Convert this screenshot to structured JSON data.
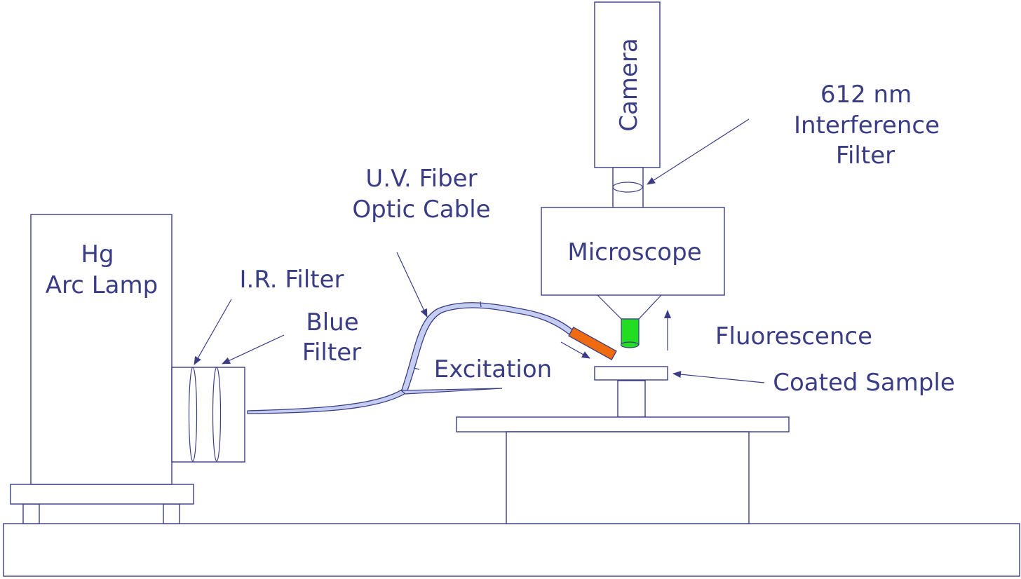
{
  "labels": {
    "camera": "Camera",
    "interference_filter": [
      "612 nm",
      "Interference",
      "Filter"
    ],
    "fiber_cable": [
      "U.V. Fiber",
      "Optic Cable"
    ],
    "microscope": "Microscope",
    "lamp": [
      "Hg",
      "Arc Lamp"
    ],
    "ir_filter": "I.R. Filter",
    "blue_filter": [
      "Blue",
      "Filter"
    ],
    "fluorescence": "Fluorescence",
    "excitation": "Excitation",
    "coated_sample": "Coated Sample"
  },
  "colors": {
    "stroke": "#3a3d86",
    "cable_fill": "#c5cdf0",
    "probe_tip": "#f06a10",
    "objective": "#22dd22"
  }
}
